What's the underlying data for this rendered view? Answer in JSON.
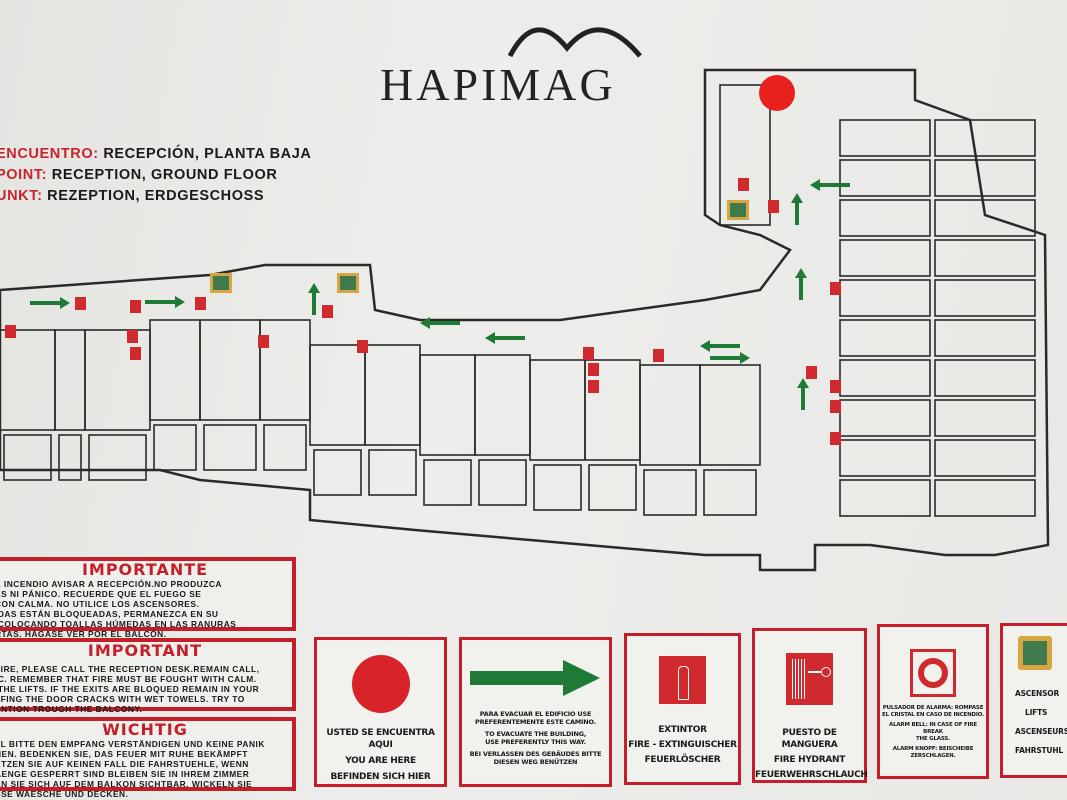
{
  "logo": {
    "text": "HAPIMAG"
  },
  "meeting_point": [
    {
      "key": "ENCUENTRO:",
      "value": "RECEPCIÓN, PLANTA BAJA"
    },
    {
      "key": "POINT:",
      "value": "RECEPTION, GROUND FLOOR"
    },
    {
      "key": "UNKT:",
      "value": "REZEPTION, ERDGESCHOSS"
    }
  ],
  "notices": [
    {
      "title": "IMPORTANTE",
      "lines": [
        "E INCENDIO AVISAR A RECEPCIÓN.NO PRODUZCA",
        "ES NI PÁNICO. RECUERDE QUE EL FUEGO SE",
        "CON CALMA. NO UTILICE LOS ASCENSORES.",
        "IDAS ESTÁN BLOQUEADAS, PERMANEZCA EN SU",
        " COLOCANDO TOALLAS HÚMEDAS EN LAS RANURAS",
        "RTAS. HÁGASE VER POR EL BALCÓN."
      ]
    },
    {
      "title": "IMPORTANT",
      "lines": [
        "FIRE, PLEASE CALL THE RECEPTION DESK.REMAIN CALL,",
        "IC. REMEMBER THAT FIRE MUST BE FOUGHT WITH CALM.",
        " THE LIFTS. IF THE EXITS ARE BLOQUED REMAIN IN YOUR",
        "FFING THE DOOR CRACKS WITH WET TOWELS. TRY TO",
        "ENTION TROUGH THE BALCONY."
      ]
    },
    {
      "title": "WICHTIG",
      "lines": [
        "LL BITTE DEN EMPFANG VERSTÄNDIGEN UND KEINE PANIK",
        "HEN. BEDENKEN SIE, DAS FEUER MIT RUHE BEKÄMPFT",
        "ETZEN SIE AUF KEINEN FALL DIE FAHRSTUEHLE, WENN",
        "AENGE GESPERRT SIND BLEIBEN SIE IN IHREM ZIMMER",
        "EN SIE SICH AUF DEM BALKON SICHTBAR. WICKELN SIE",
        "SSE WAESCHE UND DECKEN."
      ]
    }
  ],
  "legend": {
    "you_are_here": [
      "USTED SE ENCUENTRA AQUI",
      "YOU ARE HERE",
      "BEFINDEN SICH HIER"
    ],
    "escape_route": [
      "PARA EVACUAR EL EDIFICIO USE",
      "PREFERENTEMENTE ESTE CAMINO.",
      "TO EVACUATE THE BUILDING,",
      "USE PREFERENTLY THIS WAY.",
      "BEI VERLASSEN DES GEBÄUDES BITTE",
      "DIESEN WEG BENÜTZEN"
    ],
    "extinguisher": [
      "EXTINTOR",
      "FIRE - EXTINGUISCHER",
      "FEUERLÖSCHER"
    ],
    "hydrant": [
      "PUESTO DE MANGUERA",
      "FIRE HYDRANT",
      "FEUERWEHRSCHLAUCH"
    ],
    "alarm": [
      "PULSADOR DE ALARMA: ROMPASE",
      "EL CRISTAL EN CASO DE INCENDIO.",
      "ALARM BELL: IN CASE OF FIRE BREAK",
      "THE GLASS.",
      "ALARM KNOPF: BEISCHEIBE",
      "ZERSCHLAGEN."
    ],
    "lift": [
      "ASCENSOR",
      "LIFTS",
      "ASCENSEURS",
      "FAHRSTUHL"
    ]
  },
  "colors": {
    "red": "#c41e2a",
    "green": "#1f7a35",
    "lift_yellow": "#d8a640",
    "lift_green": "#3f7a4c"
  }
}
